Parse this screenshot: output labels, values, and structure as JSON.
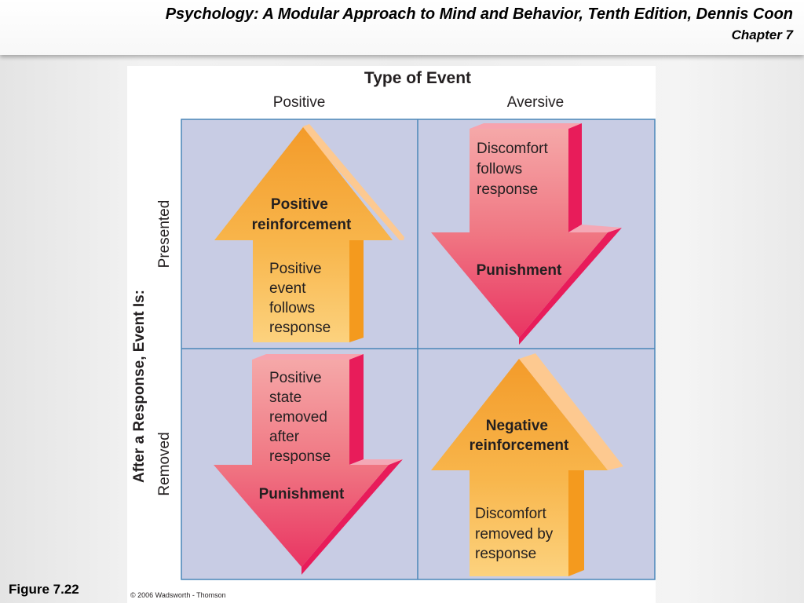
{
  "header": {
    "title": "Psychology: A Modular Approach to Mind and Behavior, Tenth Edition, Dennis Coon",
    "chapter": "Chapter 7"
  },
  "figure_label": "Figure 7.22",
  "diagram": {
    "title": "Type of Event",
    "col_headers": [
      "Positive",
      "Aversive"
    ],
    "row_axis_label": "After a Response, Event Is:",
    "row_headers": [
      "Presented",
      "Removed"
    ],
    "colors": {
      "grid_fill": "#c8cce4",
      "grid_border": "#4a86b8",
      "up_arrow": "#f6a431",
      "down_arrow": "#ef5a73"
    },
    "cells": {
      "positive_presented": {
        "direction": "up",
        "bold_lines": [
          "Positive",
          "reinforcement"
        ],
        "desc_lines": [
          "Positive",
          "event",
          "follows",
          "response"
        ]
      },
      "aversive_presented": {
        "direction": "down",
        "bold_lines": [
          "Punishment"
        ],
        "desc_lines": [
          "Discomfort",
          "follows",
          "response"
        ]
      },
      "positive_removed": {
        "direction": "down",
        "bold_lines": [
          "Punishment"
        ],
        "desc_lines": [
          "Positive",
          "state",
          "removed",
          "after",
          "response"
        ]
      },
      "aversive_removed": {
        "direction": "up",
        "bold_lines": [
          "Negative",
          "reinforcement"
        ],
        "desc_lines": [
          "Discomfort",
          "removed by",
          "response"
        ]
      }
    },
    "copyright": "© 2006 Wadsworth - Thomson"
  }
}
